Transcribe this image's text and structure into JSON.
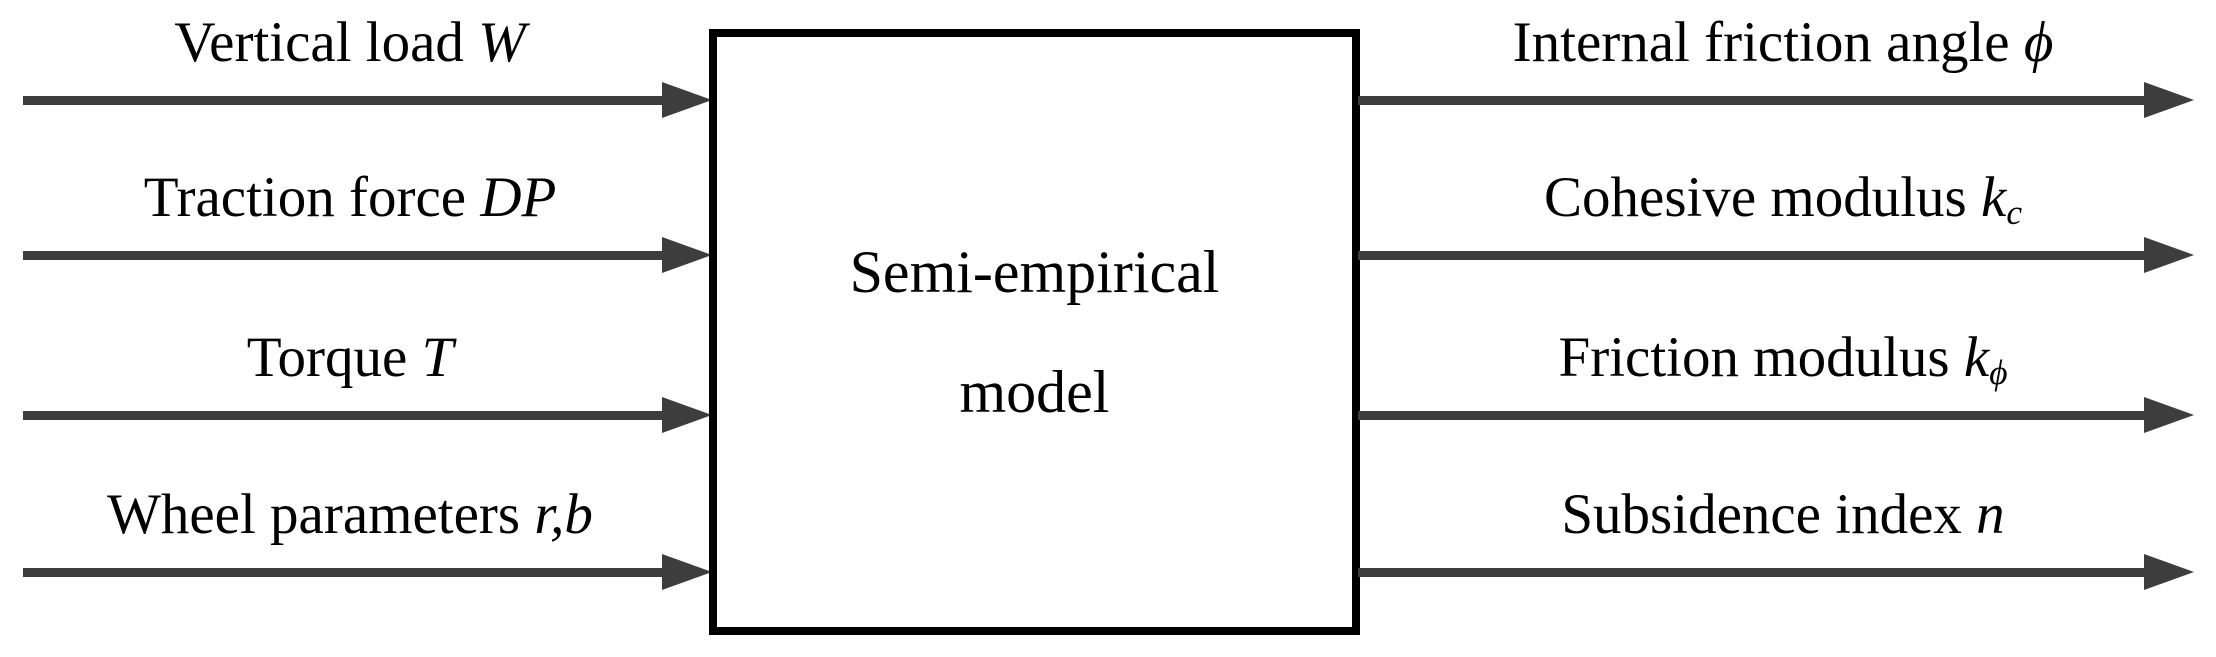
{
  "diagram": {
    "type": "block-flow",
    "title_block": {
      "line1": "Semi-empirical",
      "line2": "model"
    },
    "inputs": [
      {
        "text": "Vertical load ",
        "symbol": "W",
        "subscript": "",
        "name": "vertical-load"
      },
      {
        "text": "Traction force ",
        "symbol": "DP",
        "subscript": "",
        "name": "traction-force"
      },
      {
        "text": "Torque ",
        "symbol": "T",
        "subscript": "",
        "name": "torque"
      },
      {
        "text": "Wheel parameters ",
        "symbol": "r,b",
        "subscript": "",
        "name": "wheel-parameters"
      }
    ],
    "outputs": [
      {
        "text": "Internal friction angle ",
        "symbol": "ϕ",
        "subscript": "",
        "name": "internal-friction-angle"
      },
      {
        "text": "Cohesive modulus ",
        "symbol": "k",
        "subscript": "c",
        "name": "cohesive-modulus"
      },
      {
        "text": "Friction modulus ",
        "symbol": "k",
        "subscript": "ϕ",
        "name": "friction-modulus"
      },
      {
        "text": "Subsidence index ",
        "symbol": "n",
        "subscript": "",
        "name": "subsidence-index"
      }
    ],
    "colors": {
      "arrow": "#3d3d3d",
      "box_border": "#000000",
      "text": "#000000",
      "background": "#ffffff"
    }
  }
}
